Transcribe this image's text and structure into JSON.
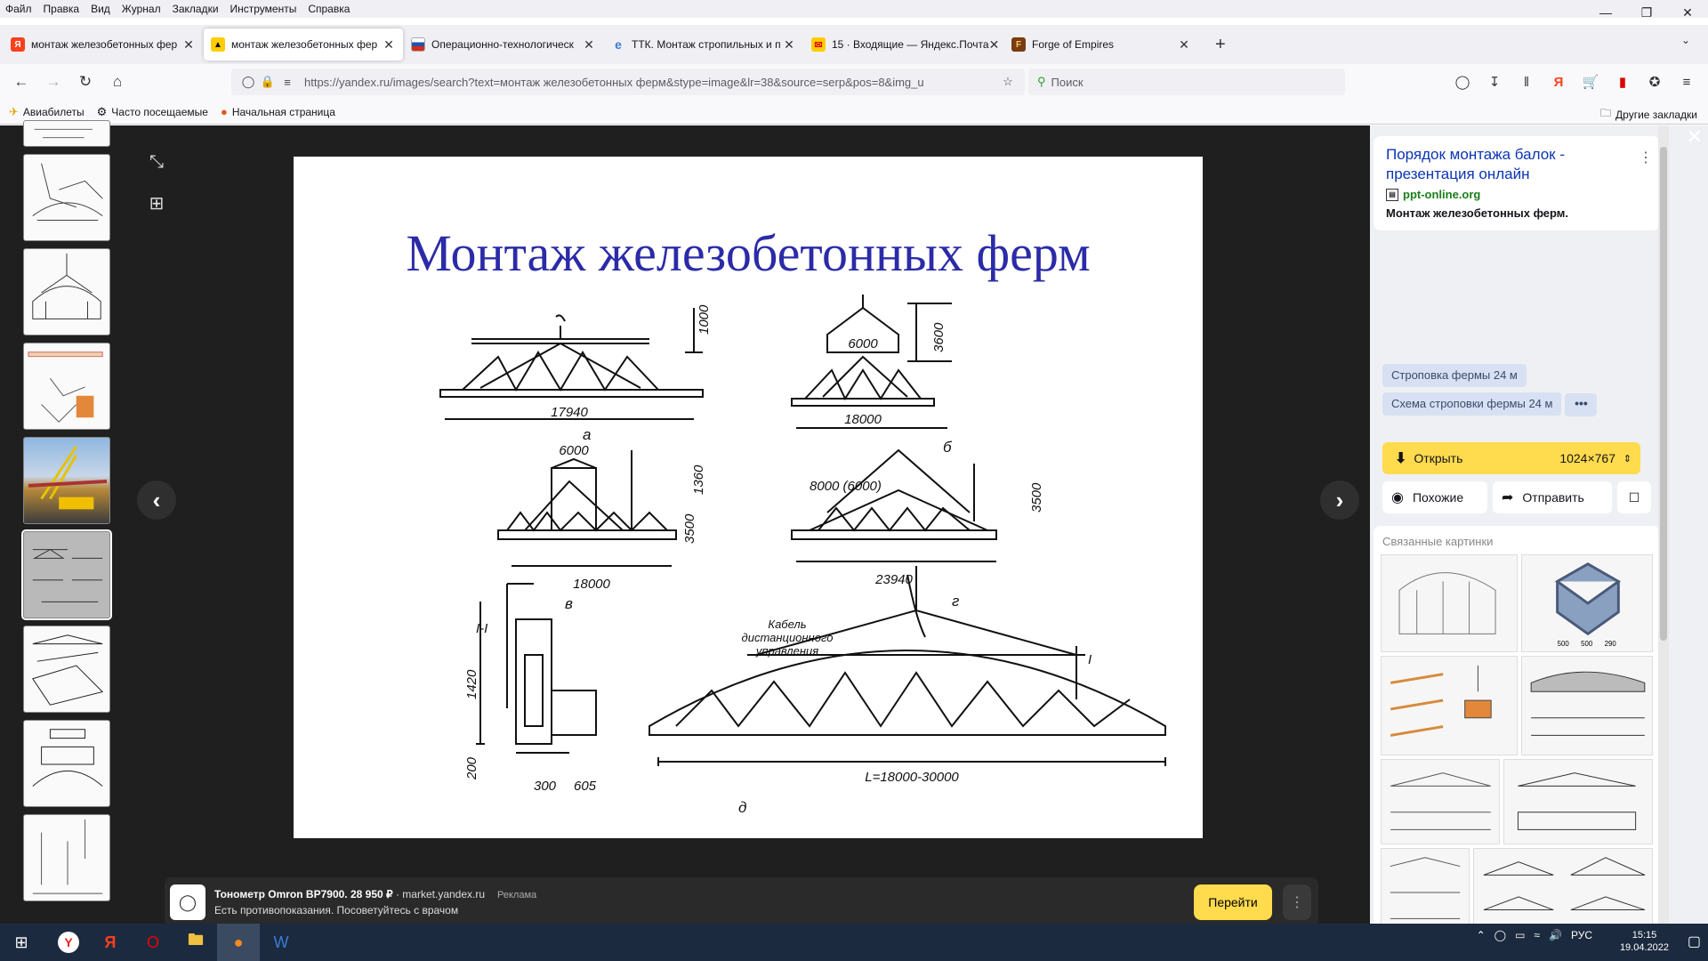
{
  "menu": [
    "Файл",
    "Правка",
    "Вид",
    "Журнал",
    "Закладки",
    "Инструменты",
    "Справка"
  ],
  "tabs": [
    {
      "title": "монтаж железобетонных фер",
      "favicon": "Я",
      "color": "#fc3f1d",
      "active": false
    },
    {
      "title": "монтаж железобетонных фер",
      "favicon": "img",
      "color": "#ffcc00",
      "active": true
    },
    {
      "title": "Операционно-технологическ",
      "favicon": "ru",
      "color": "#2255aa",
      "active": false
    },
    {
      "title": "ТТК. Монтаж стропильных и п",
      "favicon": "e",
      "color": "#3b7bd8",
      "active": false
    },
    {
      "title": "15 · Входящие — Яндекс.Почта",
      "favicon": "M",
      "color": "#ffcc00",
      "active": false
    },
    {
      "title": "Forge of Empires",
      "favicon": "F",
      "color": "#7a3c12",
      "active": false
    }
  ],
  "url": "https://yandex.ru/images/search?text=монтаж железобетонных ферм&stype=image&lr=38&source=serp&pos=8&img_u",
  "search_placeholder": "Поиск",
  "bookmarks": [
    {
      "label": "Авиабилеты",
      "icon": "plane-icon"
    },
    {
      "label": "Часто посещаемые",
      "icon": "gear-icon"
    },
    {
      "label": "Начальная страница",
      "icon": "firefox-icon"
    }
  ],
  "other_bookmarks": "Другие закладки",
  "image": {
    "title": "Монтаж железобетонных ферм",
    "dims": {
      "a_span": "17940",
      "a_h": "1000",
      "a_label": "а",
      "b_w": "6000",
      "b_h": "3600",
      "b_span": "18000",
      "b_label": "б",
      "c_w": "6000",
      "c_h1": "1360",
      "c_h2": "3500",
      "c_span": "18000",
      "c_label": "в",
      "d_w": "8000 (6000)",
      "d_h": "3500",
      "d_span": "23940",
      "d_label": "г",
      "e_section": "I-I",
      "e_h1": "1420",
      "e_h2": "200",
      "e_w1": "300",
      "e_w2": "605",
      "e_cable1": "Кабель",
      "e_cable2": "дистанционного",
      "e_cable3": "управления",
      "e_span": "L=18000-30000",
      "e_label": "д",
      "e_i": "I"
    }
  },
  "ad": {
    "title": "Тонометр Omron BP7900. 28 950 ₽",
    "source": " · market.yandex.ru",
    "label": "Реклама",
    "text": "Есть противопоказания. Посоветуйтесь с врачом",
    "button": "Перейти"
  },
  "panel": {
    "title": "Порядок монтажа балок - презентация онлайн",
    "site": "ppt-online.org",
    "desc": "Монтаж железобетонных ферм.",
    "tags": [
      "Строповка фермы 24 м",
      "Схема строповки фермы 24 м"
    ],
    "tag_more": "•••",
    "open": "Открыть",
    "size": "1024×767",
    "similar": "Похожие",
    "send": "Отправить",
    "related": "Связанные картинки",
    "rel_nums": [
      "500",
      "500",
      "290"
    ]
  },
  "taskbar": {
    "lang": "РУС",
    "time": "15:15",
    "date": "19.04.2022"
  }
}
